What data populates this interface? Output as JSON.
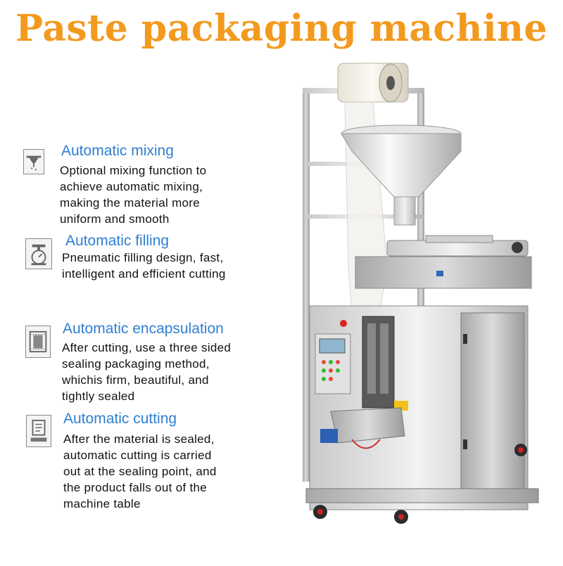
{
  "title": "Paste packaging machine",
  "features": [
    {
      "icon": "mixing-funnel-icon",
      "title": "Automatic mixing",
      "lines": [
        "Optional mixing function to",
        "achieve automatic mixing,",
        "making the material more",
        "uniform and smooth"
      ]
    },
    {
      "icon": "weighing-scale-icon",
      "title": "Automatic filling",
      "lines": [
        "Pneumatic filling design, fast,",
        "intelligent and efficient cutting"
      ]
    },
    {
      "icon": "film-sealing-icon",
      "title": "Automatic encapsulation",
      "lines": [
        "After cutting, use a three sided",
        "sealing packaging method,",
        "whichis firm, beautiful, and",
        "tightly sealed"
      ]
    },
    {
      "icon": "cutting-receipt-icon",
      "title": "Automatic cutting",
      "lines": [
        "After the material is sealed,",
        "automatic cutting is carried",
        "out at the sealing point, and",
        "the product falls out of the",
        "machine table"
      ]
    }
  ],
  "colors": {
    "title": "#f39a1e",
    "feature_title": "#2f7fd2",
    "text": "#111111"
  },
  "machine_image": "paste-packaging-machine-photo"
}
